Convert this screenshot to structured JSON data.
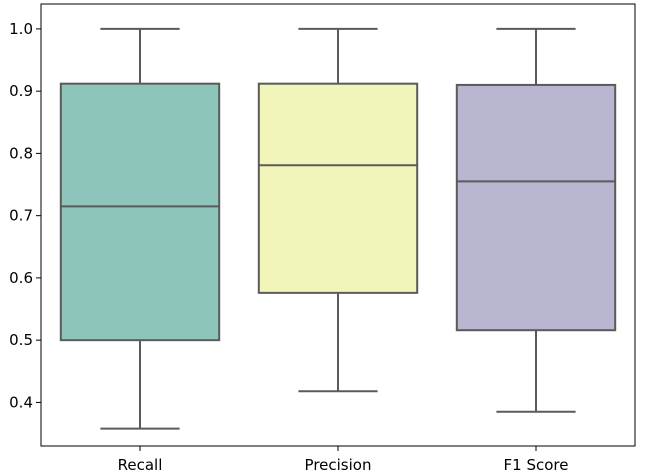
{
  "chart_data": {
    "type": "box",
    "title": "",
    "xlabel": "",
    "ylabel": "",
    "ylim": [
      0.33,
      1.04
    ],
    "yticks": [
      0.4,
      0.5,
      0.6,
      0.7,
      0.8,
      0.9,
      1.0
    ],
    "ytick_labels": [
      "0.4",
      "0.5",
      "0.6",
      "0.7",
      "0.8",
      "0.9",
      "1.0"
    ],
    "grid": false,
    "legend": "none",
    "categories": [
      "Recall",
      "Precision",
      "F1 Score"
    ],
    "boxes": [
      {
        "name": "Recall",
        "min": 0.358,
        "q1": 0.5,
        "median": 0.715,
        "q3": 0.912,
        "max": 1.0,
        "color": "#8dc5ba"
      },
      {
        "name": "Precision",
        "min": 0.418,
        "q1": 0.576,
        "median": 0.781,
        "q3": 0.912,
        "max": 1.0,
        "color": "#f2f5b9"
      },
      {
        "name": "F1 Score",
        "min": 0.385,
        "q1": 0.516,
        "median": 0.755,
        "q3": 0.91,
        "max": 1.0,
        "color": "#b8b5d1"
      }
    ],
    "line_color": "#5a5a5a"
  }
}
